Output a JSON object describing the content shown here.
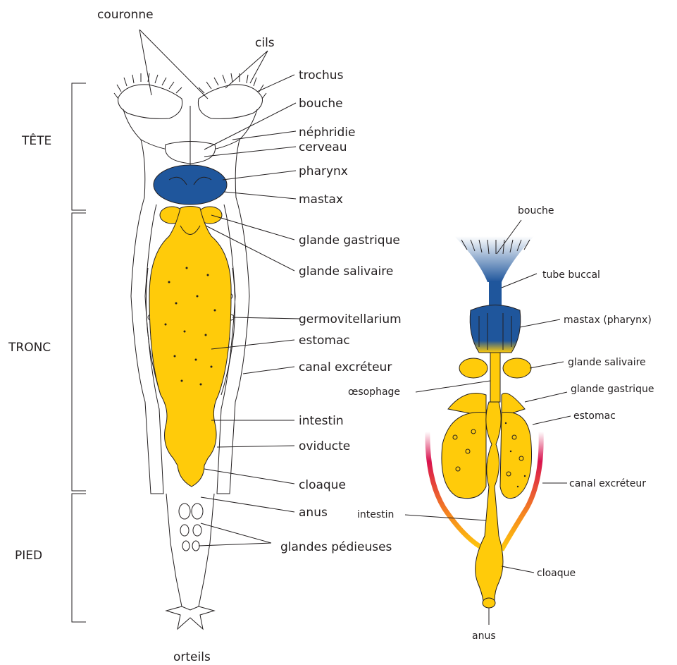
{
  "colors": {
    "yellow": "#ffcb0a",
    "blue": "#1f569c",
    "red": "#d9134f",
    "orange": "#f5861f",
    "line": "#231f20"
  },
  "regions": {
    "head": "TÊTE",
    "trunk": "TRONC",
    "foot": "PIED"
  },
  "left_labels": {
    "couronne": "couronne",
    "cils": "cils",
    "trochus": "trochus",
    "bouche": "bouche",
    "nephridie": "néphridie",
    "cerveau": "cerveau",
    "pharynx": "pharynx",
    "mastax": "mastax",
    "glande_gastrique": "glande gastrique",
    "glande_salivaire": "glande salivaire",
    "germovitellarium": "germovitellarium",
    "estomac": "estomac",
    "canal_excreteur": "canal excréteur",
    "intestin": "intestin",
    "oviducte": "oviducte",
    "cloaque": "cloaque",
    "anus": "anus",
    "glandes_pedieuses": "glandes pédieuses",
    "orteils": "orteils"
  },
  "right_labels": {
    "bouche": "bouche",
    "tube_buccal": "tube buccal",
    "mastax": "mastax (pharynx)",
    "glande_salivaire": "glande salivaire",
    "oesophage": "œsophage",
    "glande_gastrique": "glande gastrique",
    "estomac": "estomac",
    "canal_excreteur": "canal excréteur",
    "intestin": "intestin",
    "cloaque": "cloaque",
    "anus": "anus"
  }
}
